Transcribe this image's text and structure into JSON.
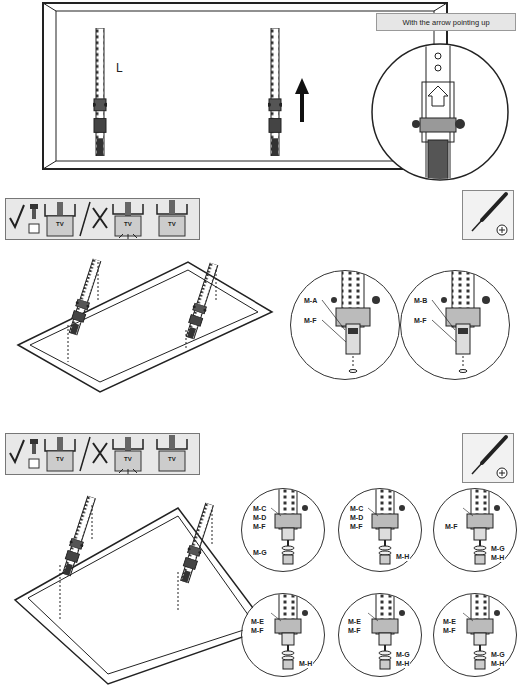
{
  "diagram": {
    "nodes": [
      {
        "text": [
          "With the arrow pointing up"
        ]
      },
      {
        "text": [
          "M-A",
          "M-F"
        ]
      },
      {
        "text": [
          "M-B",
          "M-F"
        ]
      },
      {
        "text": [
          "M-C",
          "M-D",
          "M-F",
          "M-G"
        ]
      },
      {
        "text": [
          "M-C",
          "M-D",
          "M-F",
          "M-H"
        ]
      },
      {
        "text": [
          "M-F",
          "M-G",
          "M-H"
        ]
      },
      {
        "text": [
          "M-E",
          "M-F",
          "M-H"
        ]
      },
      {
        "text": [
          "M-E",
          "M-F",
          "M-G",
          "M-H"
        ]
      },
      {
        "text": [
          "M-E",
          "M-F",
          "M-G",
          "M-H"
        ]
      }
    ],
    "labels": [
      "L",
      "TV",
      "TV",
      "TV",
      "TV",
      "TV",
      "TV"
    ]
  }
}
